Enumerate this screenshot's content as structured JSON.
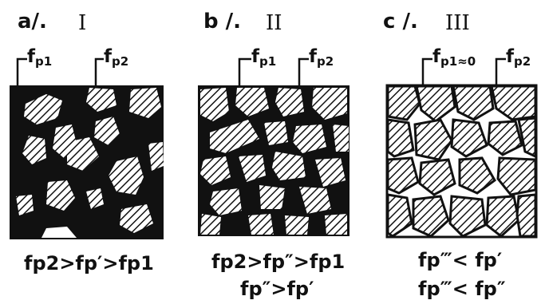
{
  "panels": [
    {
      "letter": "a/.",
      "roman": "I",
      "labels": [
        {
          "main": "f",
          "sub": "p1"
        },
        {
          "main": "f",
          "sub": "p2"
        }
      ],
      "formulas": [
        "fp2>fp′>fp1"
      ]
    },
    {
      "letter": "b /.",
      "roman": "II",
      "labels": [
        {
          "main": "f",
          "sub": "p1"
        },
        {
          "main": "f",
          "sub": "p2"
        }
      ],
      "formulas": [
        "fp2>fp″>fp1",
        "fp″>fp′"
      ]
    },
    {
      "letter": "c /.",
      "roman": "III",
      "labels": [
        {
          "main": "f",
          "sub": "p1≈0"
        },
        {
          "main": "f",
          "sub": "p2"
        }
      ],
      "formulas": [
        "fp‴< fp′",
        "fp‴< fp″"
      ]
    }
  ],
  "colors": {
    "ink": "#111111",
    "paper": "#ffffff",
    "hatch": "#111111"
  }
}
